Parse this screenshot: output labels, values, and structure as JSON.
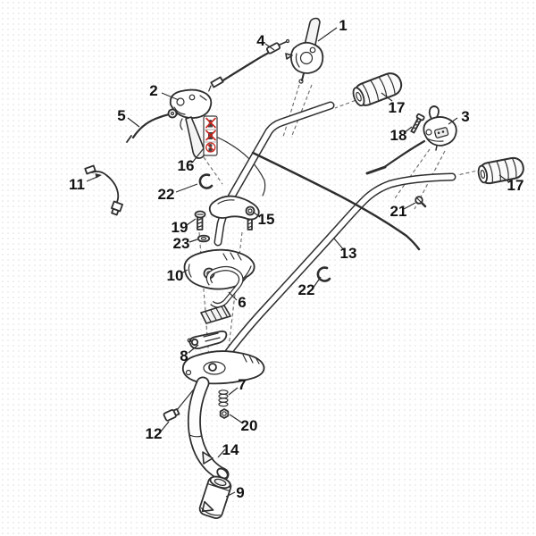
{
  "diagram": {
    "kind": "exploded-parts-diagram",
    "subject": "handlebar-assembly",
    "callouts": [
      {
        "label": "1"
      },
      {
        "label": "4"
      },
      {
        "label": "2"
      },
      {
        "label": "5"
      },
      {
        "label": "11"
      },
      {
        "label": "16"
      },
      {
        "label": "22"
      },
      {
        "label": "17"
      },
      {
        "label": "18"
      },
      {
        "label": "3"
      },
      {
        "label": "17"
      },
      {
        "label": "21"
      },
      {
        "label": "19"
      },
      {
        "label": "23"
      },
      {
        "label": "15"
      },
      {
        "label": "13"
      },
      {
        "label": "10"
      },
      {
        "label": "6"
      },
      {
        "label": "22"
      },
      {
        "label": "8"
      },
      {
        "label": "7"
      },
      {
        "label": "20"
      },
      {
        "label": "12"
      },
      {
        "label": "14"
      },
      {
        "label": "9"
      }
    ],
    "warning_label": {
      "pictogram_rows": 3,
      "cross_color": "#c8251d"
    },
    "colors": {
      "line": "#2e2e2e",
      "label_text": "#111111",
      "background": "#ffffff",
      "dot_texture": "#ebebeb"
    }
  }
}
